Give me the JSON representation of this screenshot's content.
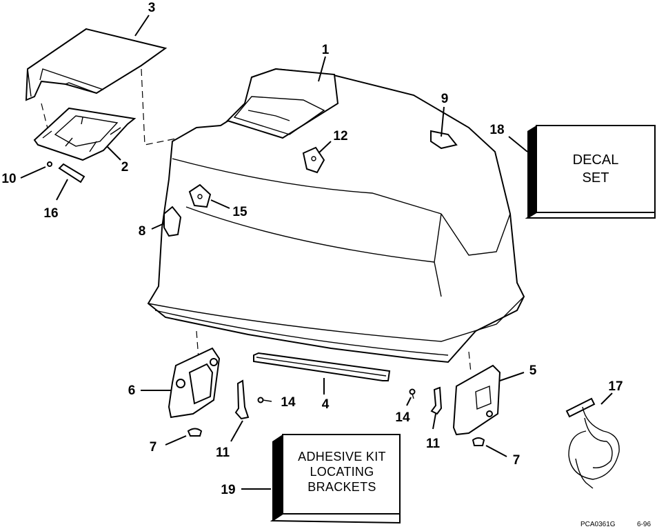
{
  "callouts": {
    "c1": "1",
    "c2": "2",
    "c3": "3",
    "c4": "4",
    "c5": "5",
    "c6": "6",
    "c7a": "7",
    "c7b": "7",
    "c8": "8",
    "c9": "9",
    "c10": "10",
    "c11a": "11",
    "c11b": "11",
    "c12": "12",
    "c14a": "14",
    "c14b": "14",
    "c15": "15",
    "c16": "16",
    "c17": "17",
    "c18": "18",
    "c19": "19"
  },
  "decal_box": {
    "line1": "DECAL",
    "line2": "SET"
  },
  "kit_box": {
    "line1": "ADHESIVE KIT",
    "line2": "LOCATING",
    "line3": "BRACKETS"
  },
  "footer": {
    "code": "PCA0361G",
    "date": "6-96"
  }
}
